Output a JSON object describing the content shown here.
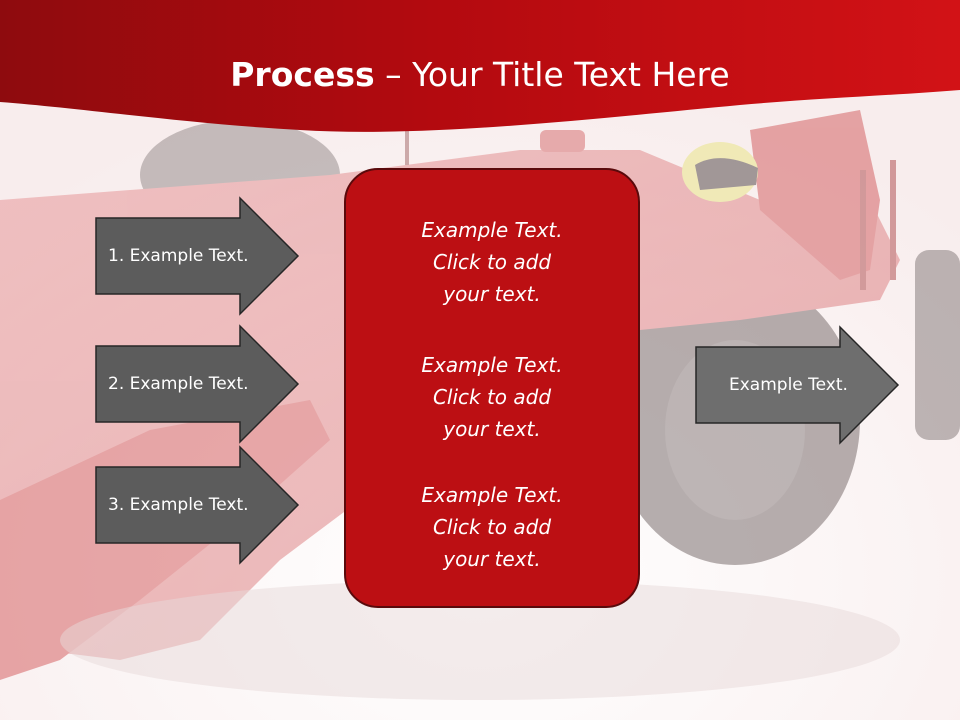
{
  "slide": {
    "title_bold": "Process",
    "title_dash": " – ",
    "title_rest": "Your Title Text Here",
    "background_image": "formula-one-race-car",
    "colors": {
      "header_red": "#b80b10",
      "box_red": "#bc0f13",
      "arrow_gray": "#5c5c5c",
      "text_white": "#ffffff"
    }
  },
  "left_arrows": [
    {
      "label": "1. Example Text."
    },
    {
      "label": "2. Example Text."
    },
    {
      "label": "3. Example Text."
    }
  ],
  "center_box": {
    "blocks": [
      {
        "line1": "Example Text.",
        "line2": "Click  to add",
        "line3": "your text."
      },
      {
        "line1": "Example Text.",
        "line2": "Click  to add",
        "line3": "your text."
      },
      {
        "line1": "Example Text.",
        "line2": "Click  to add",
        "line3": "your text."
      }
    ]
  },
  "right_arrow": {
    "label": "Example Text."
  }
}
